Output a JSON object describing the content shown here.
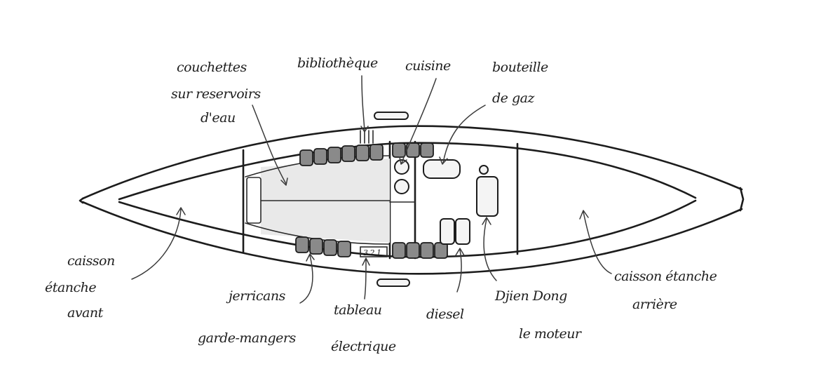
{
  "labels": {
    "couchettes": [
      "couchettes",
      "sur reservoirs",
      "d'eau"
    ],
    "bibliotheque": [
      "bibliothèque"
    ],
    "cuisine": [
      "cuisine"
    ],
    "bouteille": [
      "bouteille",
      "de gaz"
    ],
    "caisson_avant": [
      "caisson",
      "étanche",
      "avant"
    ],
    "jerricans": [
      "jerricans",
      "garde-mangers"
    ],
    "tableau": [
      "tableau",
      "électrique"
    ],
    "diesel": [
      "diesel"
    ],
    "moteur": [
      "Djien Dong",
      "le moteur"
    ],
    "caisson_arriere": [
      "caisson étanche",
      "arrière"
    ]
  },
  "panel_mark": "3.2.1"
}
